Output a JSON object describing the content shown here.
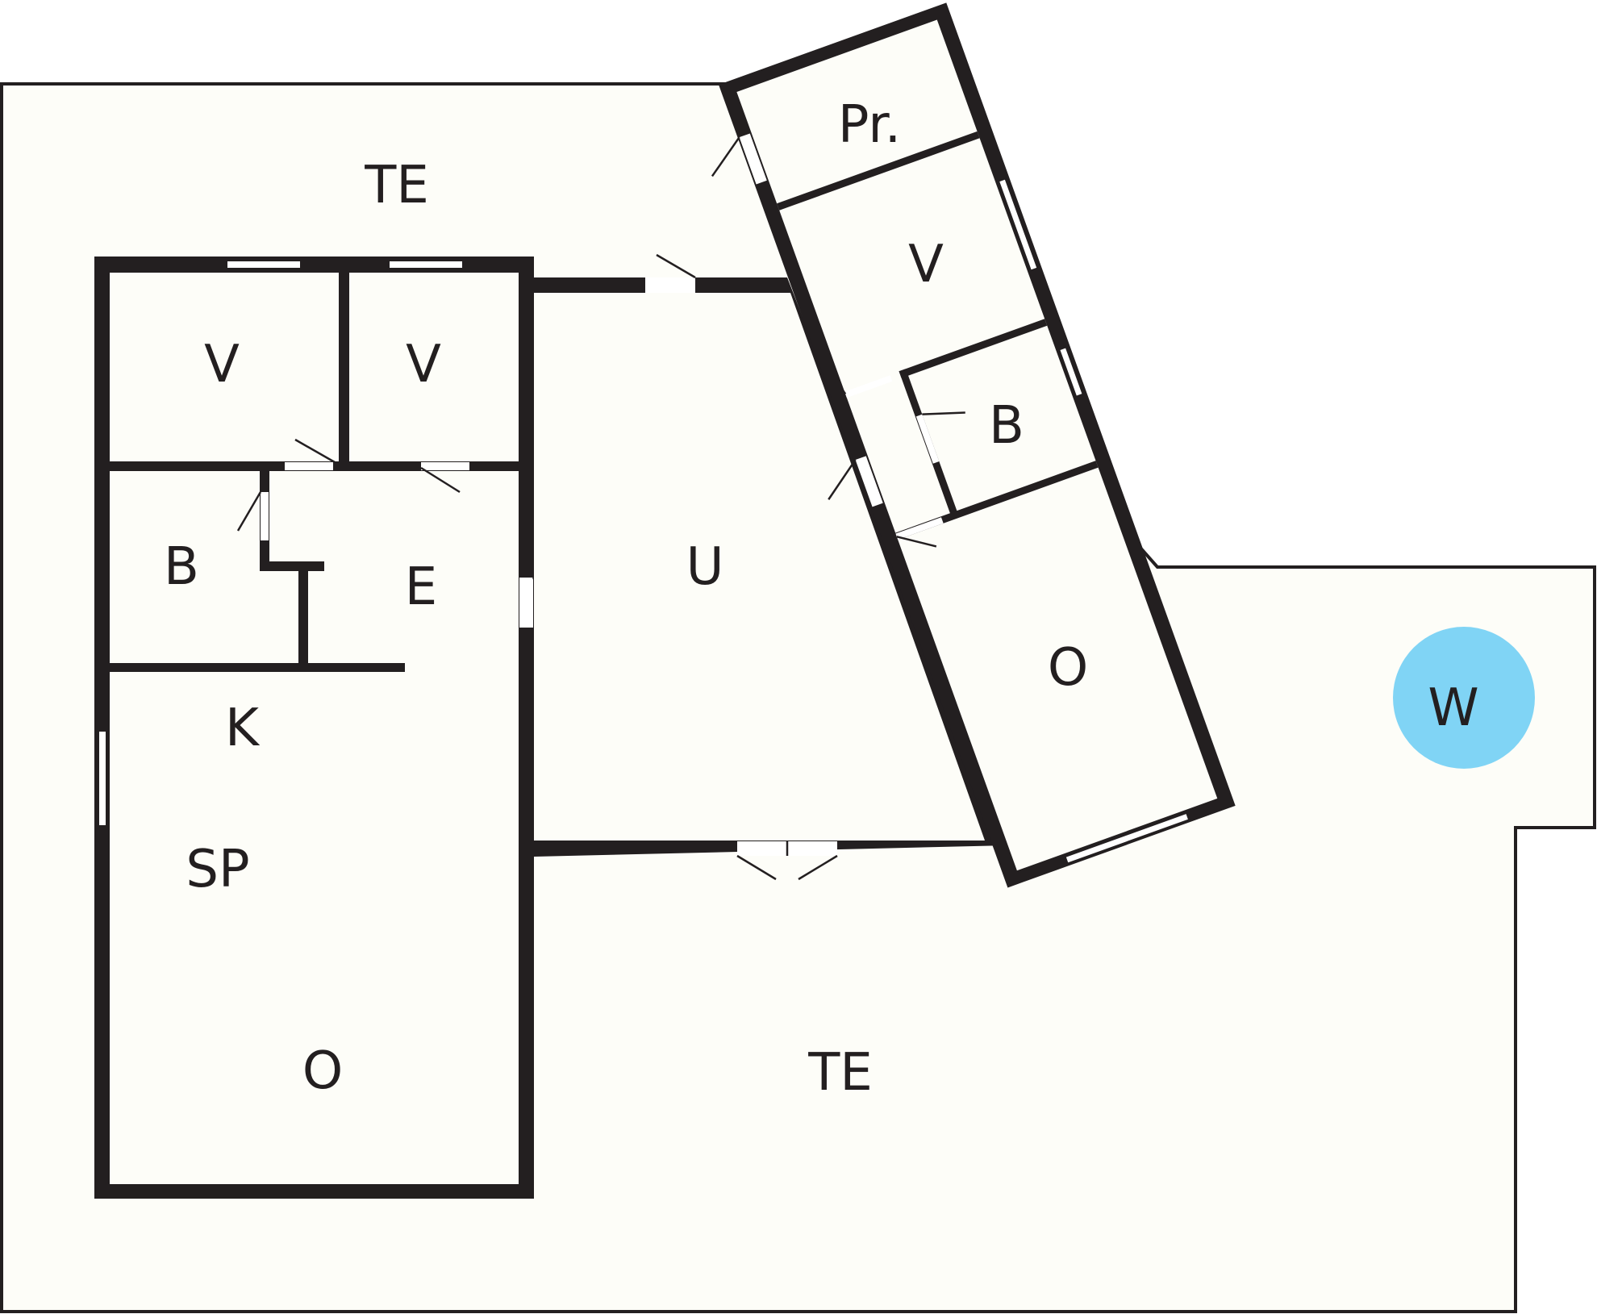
{
  "rooms": {
    "terrace_north": "TE",
    "terrace_south": "TE",
    "bedroom_1": "V",
    "bedroom_2": "V",
    "bathroom_west": "B",
    "entrance": "E",
    "kitchen": "K",
    "dining": "SP",
    "living_west": "O",
    "utility": "U",
    "porch": "Pr.",
    "bedroom_east": "V",
    "bathroom_east": "B",
    "living_east": "O",
    "whirlpool": "W"
  },
  "colors": {
    "wall": "#231f20",
    "floor": "#fdfdf8",
    "whirlpool": "#80d4f5"
  }
}
